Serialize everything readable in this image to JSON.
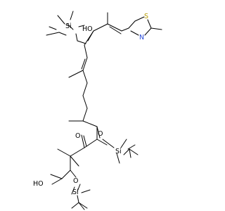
{
  "molecule": {
    "atoms": {
      "si_top": "Si",
      "oh_top": "HO",
      "s_ring": "S",
      "n_ring": "N",
      "o_mid": "O",
      "si_mid": "Si",
      "o_ketone": "O",
      "o_bottom": "O",
      "si_bottom": "Si",
      "oh_bottom": "HO"
    }
  }
}
